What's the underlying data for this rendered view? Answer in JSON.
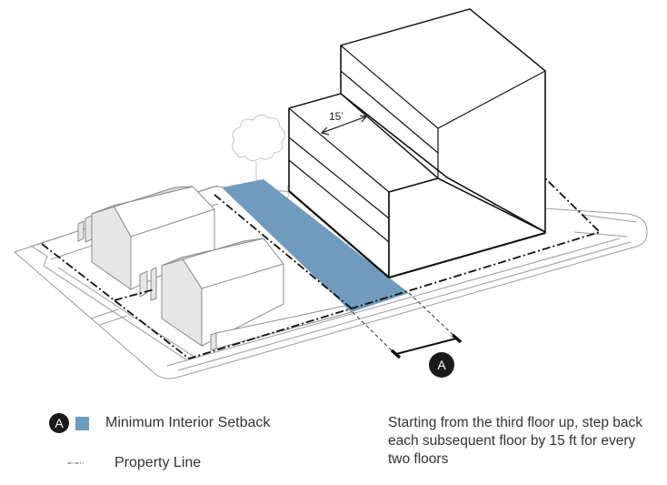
{
  "diagram": {
    "dimension_label": "15’",
    "marker_label": "A"
  },
  "legend": {
    "setback": {
      "badge": "A",
      "label": "Minimum Interior Setback",
      "color": "#6f9bbf"
    },
    "property_line": {
      "label": "Property Line"
    }
  },
  "note": {
    "text": "Starting from the third floor up, step back each subsequent floor by 15 ft for every two floors"
  },
  "colors": {
    "setback_fill": "#6f9bbf",
    "line": "#111111",
    "context_line": "#8c8c8c",
    "house_shade": "#e6e6e6",
    "tree": "#bdbdbd"
  }
}
